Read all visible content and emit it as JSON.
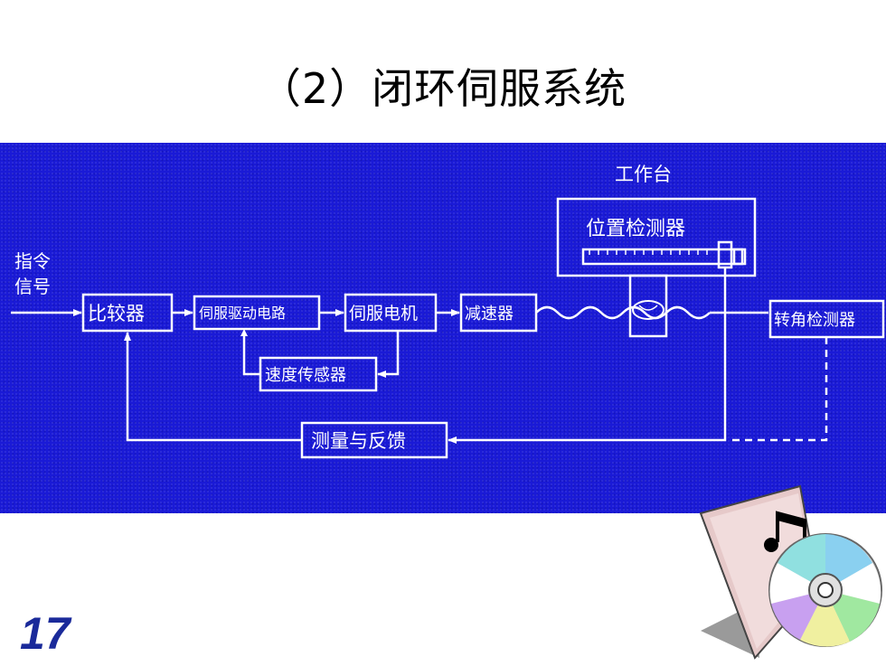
{
  "title": "（2）闭环伺服系统",
  "page_number": "17",
  "diagram": {
    "worktable_label": "工作台",
    "input_label_line1": "指令",
    "input_label_line2": "信号",
    "blocks": {
      "comparator": "比较器",
      "servo_drive": "伺服驱动电路",
      "servo_motor": "伺服电机",
      "reducer": "减速器",
      "speed_sensor": "速度传感器",
      "feedback": "测量与反馈",
      "position_detector": "位置检测器",
      "angle_detector": "转角检测器"
    }
  },
  "colors": {
    "panel_blue": "#1a1ad6",
    "line_white": "#ffffff",
    "page_number": "#1a2a9a"
  },
  "icons": {
    "cd_music": "cd-music-icon"
  }
}
